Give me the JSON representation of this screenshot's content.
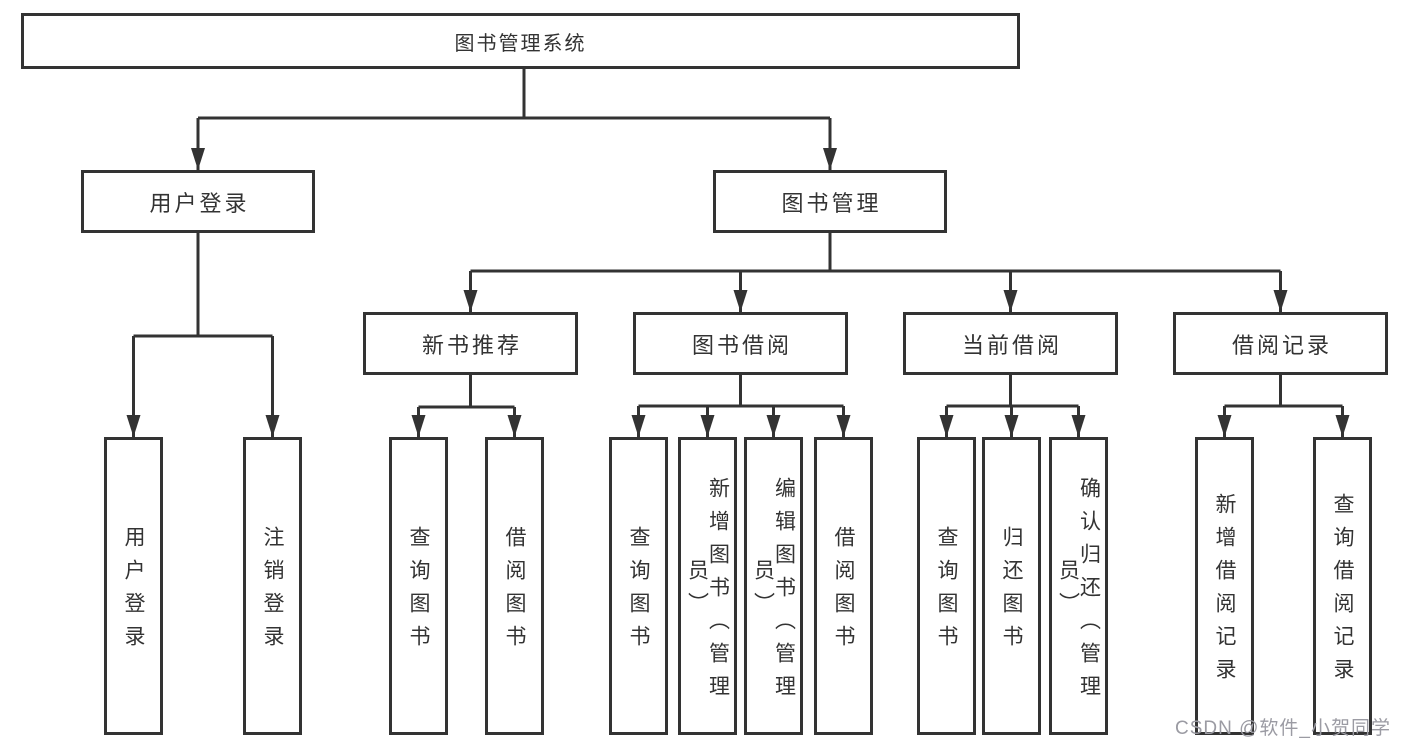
{
  "diagram": {
    "type": "hierarchy-tree",
    "root": {
      "label": "图书管理系统"
    },
    "branches": [
      {
        "label": "用户登录",
        "children": [
          {
            "label": "用户登录"
          },
          {
            "label": "注销登录"
          }
        ]
      },
      {
        "label": "图书管理",
        "children": [
          {
            "label": "新书推荐",
            "children": [
              {
                "label": "查询图书"
              },
              {
                "label": "借阅图书"
              }
            ]
          },
          {
            "label": "图书借阅",
            "children": [
              {
                "label": "查询图书"
              },
              {
                "label": "新增图书（管理员）"
              },
              {
                "label": "编辑图书（管理员）"
              },
              {
                "label": "借阅图书"
              }
            ]
          },
          {
            "label": "当前借阅",
            "children": [
              {
                "label": "查询图书"
              },
              {
                "label": "归还图书"
              },
              {
                "label": "确认归还（管理员）"
              }
            ]
          },
          {
            "label": "借阅记录",
            "children": [
              {
                "label": "新增借阅记录"
              },
              {
                "label": "查询借阅记录"
              }
            ]
          }
        ]
      }
    ],
    "watermark": "CSDN @软件_小贺同学",
    "colors": {
      "line": "#333333",
      "box_border": "#333333",
      "text": "#333333",
      "watermark": "#9b9ba3",
      "background": "#ffffff"
    }
  }
}
